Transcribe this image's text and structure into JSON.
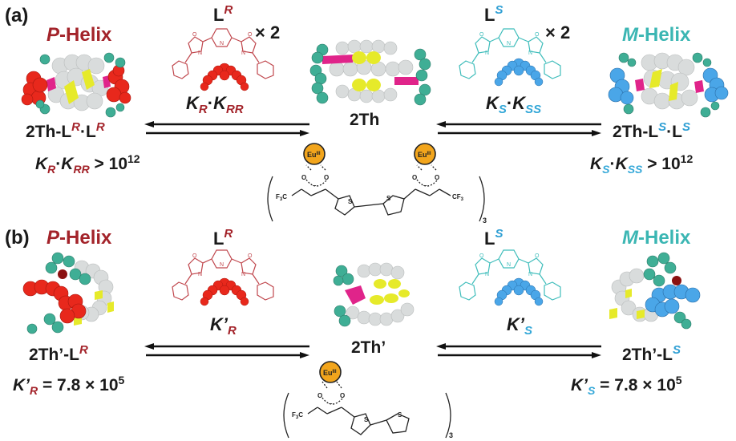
{
  "panels": {
    "a": {
      "label": "(a)",
      "left_helix": {
        "prefix": "P",
        "suffix": "-Helix",
        "color": "#a3232a"
      },
      "right_helix": {
        "prefix": "M",
        "suffix": "-Helix",
        "color": "#3bb6b3"
      },
      "ligand_left": {
        "base": "L",
        "sup": "R",
        "multiplier": "× 2",
        "color": "#c0474d"
      },
      "ligand_right": {
        "base": "L",
        "sup": "S",
        "multiplier": "× 2",
        "color": "#3fbdbb"
      },
      "k_left": {
        "k1": "K",
        "s1": "R",
        "dot": "·",
        "k2": "K",
        "s2": "RR"
      },
      "k_right": {
        "k1": "K",
        "s1": "S",
        "dot": "·",
        "k2": "K",
        "s2": "SS"
      },
      "center_name": "2Th",
      "left_complex": {
        "prefix": "2Th-L",
        "sup1": "R",
        "mid": "·L",
        "sup2": "R"
      },
      "right_complex": {
        "prefix": "2Th-L",
        "sup1": "S",
        "mid": "·L",
        "sup2": "S"
      },
      "left_constant": {
        "k1": "K",
        "s1": "R",
        "dot": "·",
        "k2": "K",
        "s2": "RR",
        "rel": " > 10",
        "exp": "12"
      },
      "right_constant": {
        "k1": "K",
        "s1": "S",
        "dot": "·",
        "k2": "K",
        "s2": "SS",
        "rel": " > 10",
        "exp": "12"
      },
      "structure": {
        "metal": "Eu",
        "metal_ox": "III",
        "cf3": "CF3",
        "f3c": "F3C",
        "count": "3",
        "s_label": "S",
        "o_label": "O",
        "charge": "–"
      }
    },
    "b": {
      "label": "(b)",
      "left_helix": {
        "prefix": "P",
        "suffix": "-Helix",
        "color": "#a3232a"
      },
      "right_helix": {
        "prefix": "M",
        "suffix": "-Helix",
        "color": "#3bb6b3"
      },
      "ligand_left": {
        "base": "L",
        "sup": "R",
        "color": "#c0474d"
      },
      "ligand_right": {
        "base": "L",
        "sup": "S",
        "color": "#3fbdbb"
      },
      "k_left": {
        "k": "K’",
        "s": "R"
      },
      "k_right": {
        "k": "K’",
        "s": "S"
      },
      "center_name": "2Th’",
      "left_complex": {
        "prefix": "2Th’-L",
        "sup": "R"
      },
      "right_complex": {
        "prefix": "2Th’-L",
        "sup": "S"
      },
      "left_constant": {
        "k": "K’",
        "s": "R",
        "rel": " = 7.8 × 10",
        "exp": "5"
      },
      "right_constant": {
        "k": "K’",
        "s": "S",
        "rel": " = 7.8 × 10",
        "exp": "5"
      },
      "structure": {
        "metal": "Eu",
        "metal_ox": "III",
        "f3c": "F3C",
        "count": "3",
        "s_label": "S",
        "o_label": "O",
        "charge": "–"
      }
    }
  },
  "colors": {
    "red_text": "#a3232a",
    "cyan_text": "#3bb6b3",
    "blue_sub": "#35a8d8",
    "ligand_red": "#c0474d",
    "ligand_cyan": "#3fbdbb",
    "sphere_red": "#e8281c",
    "sphere_blue": "#4aa6e8",
    "sphere_green": "#3fae95",
    "sphere_white": "#d9dcdc",
    "sphere_yellow": "#e6ea2a",
    "sphere_magenta": "#e0248a",
    "eu_orange": "#f2a51c"
  }
}
